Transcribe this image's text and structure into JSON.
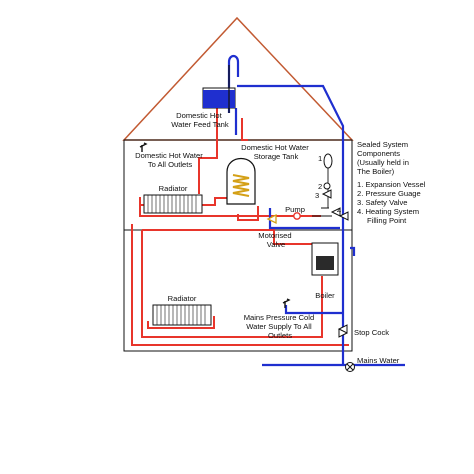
{
  "labels": {
    "feed_tank": [
      "Domestic Hot",
      "Water Feed Tank"
    ],
    "hot_outlets": [
      "Domestic Hot Water",
      "To All Outlets"
    ],
    "storage_tank": [
      "Domestic Hot Water",
      "Storage Tank"
    ],
    "radiator_upper": "Radiator",
    "radiator_lower": "Radiator",
    "pump": "Pump",
    "motorised_valve": [
      "Motorised",
      "Valve"
    ],
    "boiler": "Boiler",
    "mains_cold": [
      "Mains Pressure Cold",
      "Water Supply To All",
      "Outlets"
    ],
    "stop_cock": "Stop Cock",
    "mains_water": "Mains Water"
  },
  "sealed_system": {
    "title": [
      "Sealed System",
      "Components",
      "(Usually held in",
      "The Boiler)"
    ],
    "components": [
      [
        "1.  Expansion Vessel"
      ],
      [
        "2.  Pressure Guage"
      ],
      [
        "3.  Safety Valve"
      ],
      [
        "4.  Heating System",
        "Filling Point"
      ]
    ],
    "markers": [
      "1",
      "2",
      "3",
      "4"
    ]
  },
  "colors": {
    "hot_pipe": "#e8352b",
    "cold_pipe": "#1f2fcf",
    "roof": "#c25a32",
    "walls": "#111111"
  }
}
